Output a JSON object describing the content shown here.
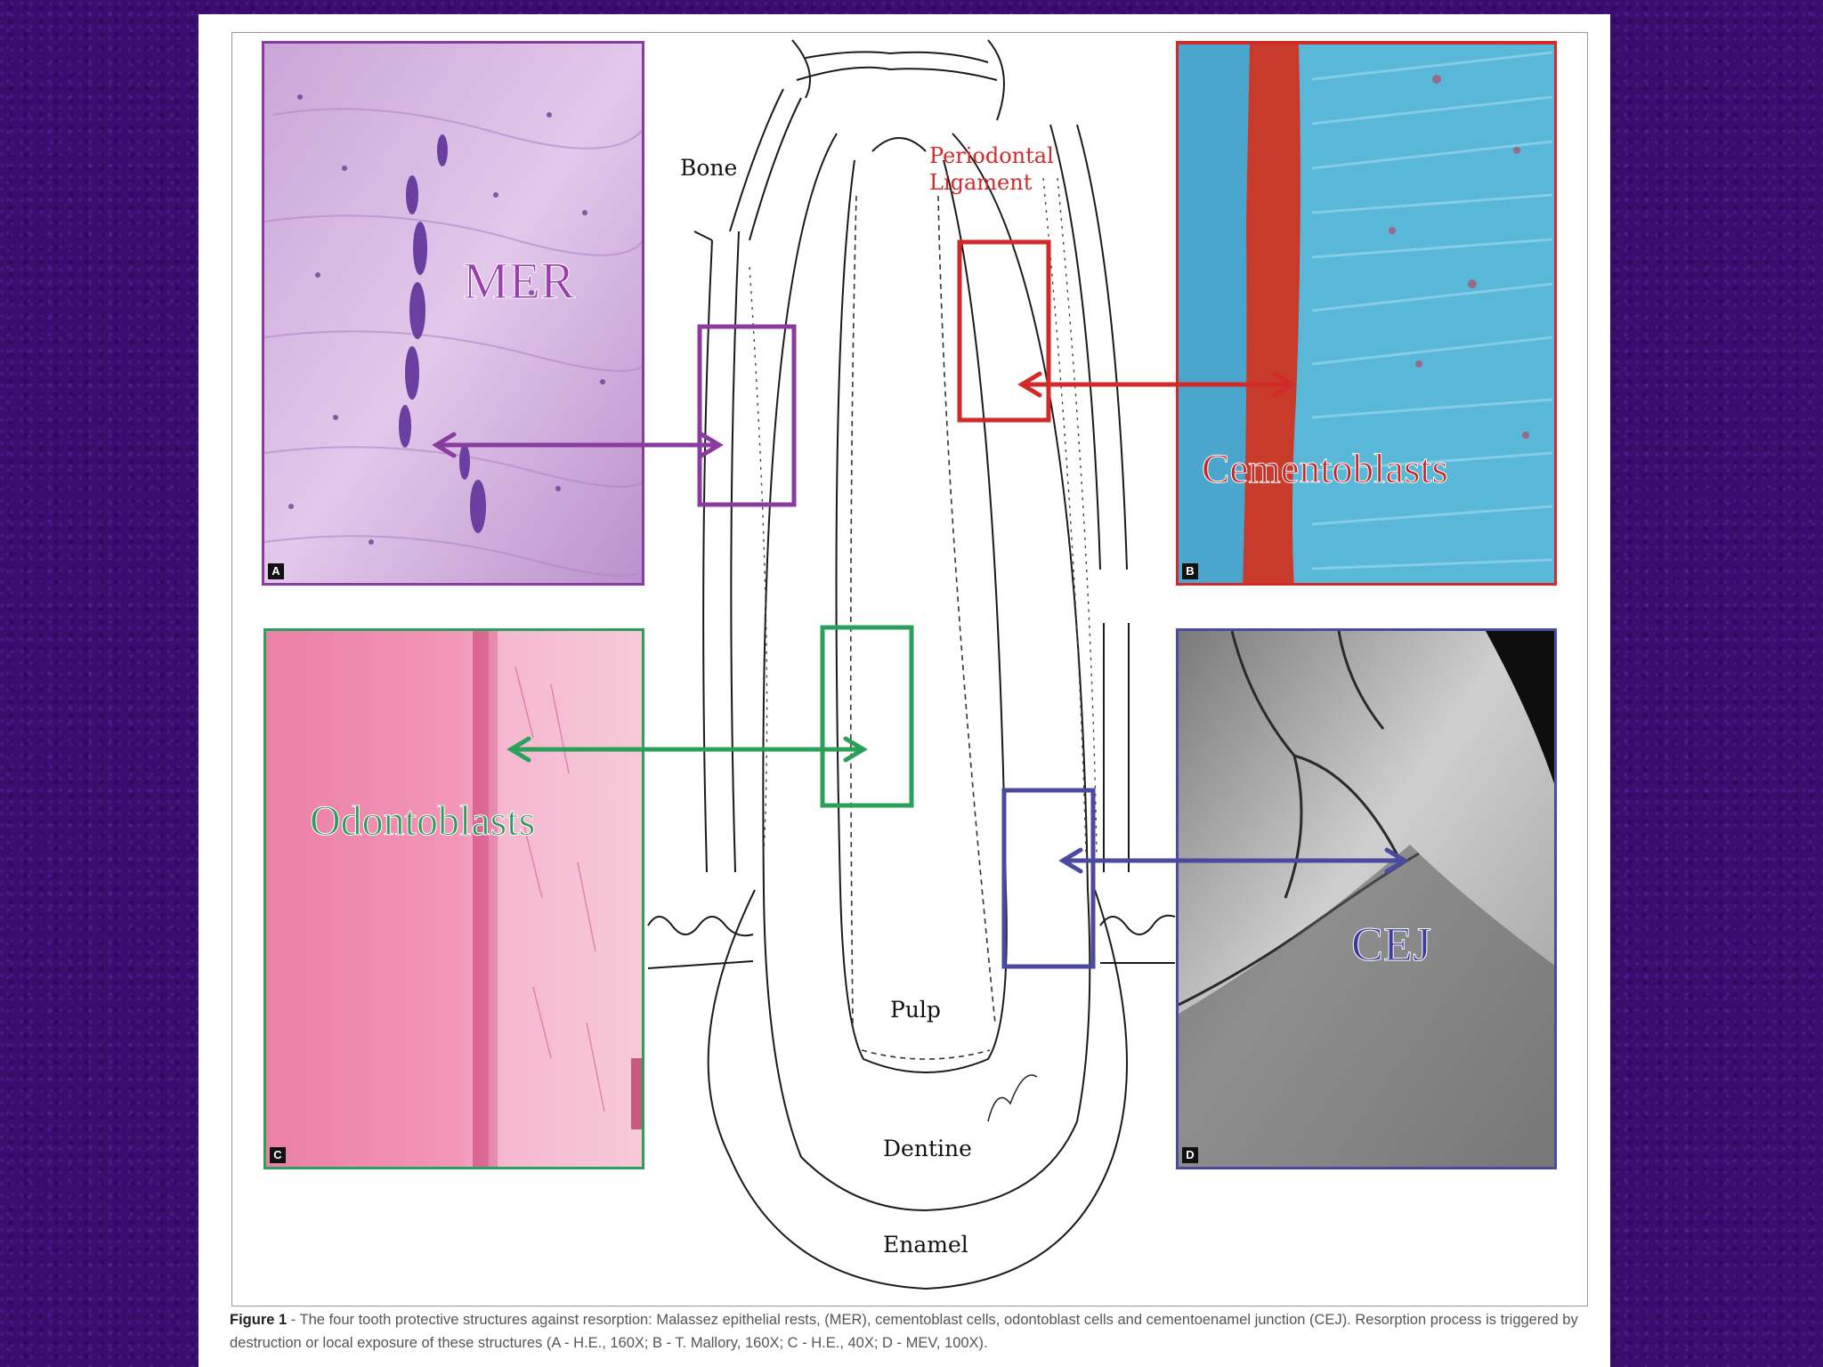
{
  "panels": {
    "a": {
      "letter": "A",
      "label": "MER",
      "color": "#8a3c9e"
    },
    "b": {
      "letter": "B",
      "label": "Cementoblasts",
      "color": "#d02a2a"
    },
    "c": {
      "letter": "C",
      "label": "Odontoblasts",
      "color": "#2aa05a"
    },
    "d": {
      "letter": "D",
      "label": "CEJ",
      "color": "#4a4aa0"
    }
  },
  "tooth_labels": {
    "bone": "Bone",
    "pdl_line1": "Periodontal",
    "pdl_line2": "Ligament",
    "pulp": "Pulp",
    "dentine": "Dentine",
    "enamel": "Enamel"
  },
  "caption": {
    "prefix": "Figure 1",
    "text": " - The four tooth protective structures against resorption: Malassez epithelial rests, (MER), cementoblast cells, odontoblast cells and cementoenamel junction (CEJ). Resorption process is triggered by destruction or local exposure of these structures (A - H.E., 160X; B - T. Mallory, 160X; C - H.E., 40X; D - MEV, 100X)."
  },
  "colors": {
    "background": "#3a0d6e",
    "mer": "#8a3c9e",
    "cementoblasts": "#d02a2a",
    "odontoblasts": "#2aa05a",
    "cej": "#4a4aa0"
  }
}
